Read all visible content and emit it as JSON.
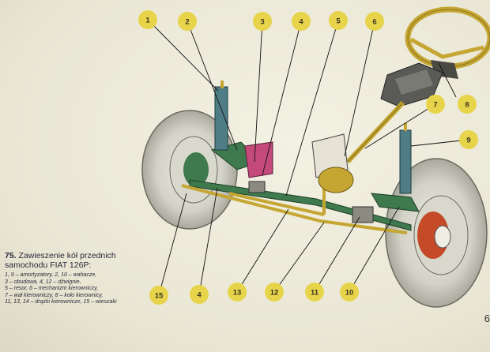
{
  "figure": {
    "callouts": [
      {
        "id": "c1",
        "label": "1"
      },
      {
        "id": "c2",
        "label": "2"
      },
      {
        "id": "c3",
        "label": "3"
      },
      {
        "id": "c4a",
        "label": "4"
      },
      {
        "id": "c5",
        "label": "5"
      },
      {
        "id": "c6",
        "label": "6"
      },
      {
        "id": "c7",
        "label": "7"
      },
      {
        "id": "c8",
        "label": "8"
      },
      {
        "id": "c9",
        "label": "9"
      },
      {
        "id": "c15",
        "label": "15"
      },
      {
        "id": "c4b",
        "label": "4"
      },
      {
        "id": "c13",
        "label": "13"
      },
      {
        "id": "c12",
        "label": "12"
      },
      {
        "id": "c11",
        "label": "11"
      },
      {
        "id": "c10",
        "label": "10"
      }
    ],
    "colors": {
      "callout": "#e8d44a",
      "shock": "#4f7d86",
      "frame": "#3f7a4f",
      "rods": "#c5a632",
      "tire": "#cfcfc2",
      "hub": "#c44a28"
    }
  },
  "caption": {
    "number": "75.",
    "title_line1": "Zawieszenie kół przednich",
    "title_line2": "samochodu FIAT 126P:",
    "legend": [
      "1, 9 – amortyzatory, 2, 10 – wahacze,",
      "3 – obudowa, 4, 12 – dźwignie,",
      "5 – resor, 6 – mechanizm kierowniczy,",
      "7 – wał kierowniczy, 8 – koło kierownicy,",
      "11, 13, 14 – drążki kierownicze, 15 – wieszaki"
    ]
  },
  "page_number": "6"
}
